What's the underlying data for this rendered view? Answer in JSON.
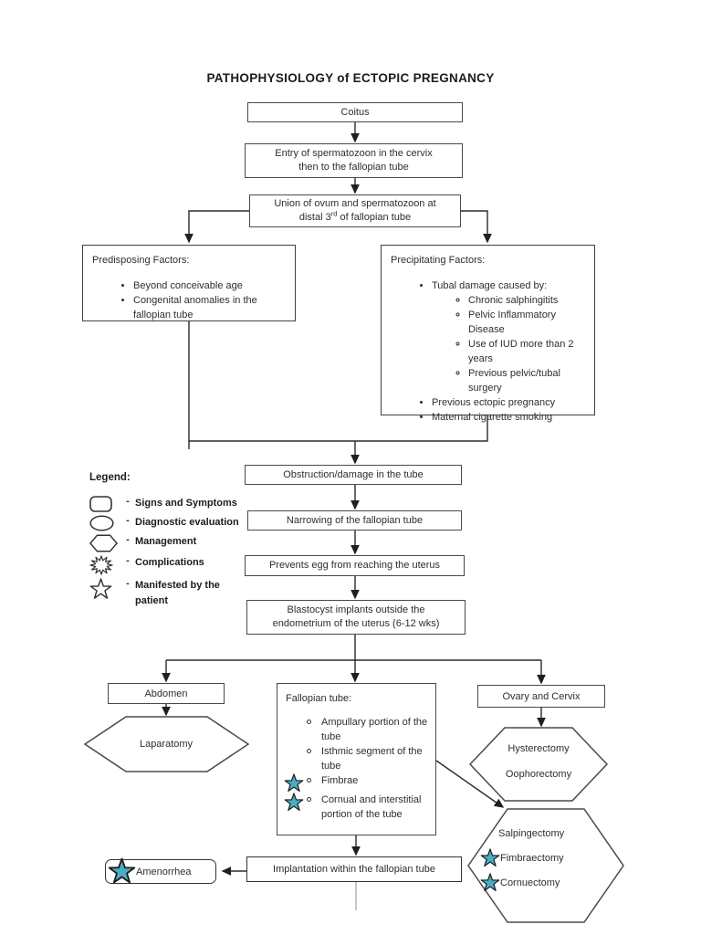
{
  "title": "PATHOPHYSIOLOGY of ECTOPIC PREGNANCY",
  "flow": {
    "coitus": "Coitus",
    "entry_line1": "Entry of spermatozoon in the cervix",
    "entry_line2": "then to the fallopian tube",
    "union_line1": "Union of ovum and spermatozoon at",
    "union_line2_pre": "distal 3",
    "union_sup": "rd",
    "union_line2_post": " of fallopian tube",
    "obstruction": "Obstruction/damage in the tube",
    "narrowing": "Narrowing of the fallopian tube",
    "prevents": "Prevents egg from reaching the uterus",
    "blastocyst_line1": "Blastocyst implants outside the",
    "blastocyst_line2": "endometrium of the uterus (6-12 wks)",
    "implantation": "Implantation within the fallopian tube"
  },
  "predisposing": {
    "heading": "Predisposing Factors:",
    "items": [
      "Beyond conceivable age",
      "Congenital anomalies in the fallopian tube"
    ]
  },
  "precipitating": {
    "heading": "Precipitating Factors:",
    "lead_item": "Tubal damage caused by:",
    "sub_items": [
      "Chronic salphingitits",
      "Pelvic Inflammatory Disease",
      "Use of IUD more than 2 years",
      "Previous pelvic/tubal surgery"
    ],
    "tail_items": [
      "Previous ectopic pregnancy",
      "Maternal cigarette smoking"
    ]
  },
  "legend": {
    "heading": "Legend:",
    "separator": "-",
    "items": [
      {
        "symbol": "rounded-rectangle",
        "label": "Signs and Symptoms"
      },
      {
        "symbol": "ellipse",
        "label": "Diagnostic evaluation"
      },
      {
        "symbol": "hexagon",
        "label": "Management"
      },
      {
        "symbol": "starburst",
        "label": "Complications"
      },
      {
        "symbol": "star",
        "label": "Manifested by the patient"
      }
    ]
  },
  "branches": {
    "abdomen": {
      "label": "Abdomen",
      "management": "Laparatomy"
    },
    "fallopian": {
      "heading": "Fallopian tube:",
      "items": [
        {
          "label": "Ampullary portion of the tube",
          "star": false
        },
        {
          "label": "Isthmic segment of the tube",
          "star": false
        },
        {
          "label": "Fimbrae",
          "star": true
        },
        {
          "label": "Cornual and interstitial portion of the tube",
          "star": true
        }
      ]
    },
    "ovary_cervix": {
      "label": "Ovary and Cervix",
      "management": [
        "Hysterectomy",
        "Oophorectomy"
      ]
    },
    "salpingectomy_hex": {
      "items": [
        {
          "label": "Salpingectomy",
          "star": false
        },
        {
          "label": "Fimbraectomy",
          "star": true
        },
        {
          "label": "Cornuectomy",
          "star": true
        }
      ]
    },
    "amenorrhea": "Amenorrhea"
  },
  "colors": {
    "star_fill": "#4BACC6",
    "line": "#2b2b2b",
    "box_border": "#4a4a4a"
  }
}
